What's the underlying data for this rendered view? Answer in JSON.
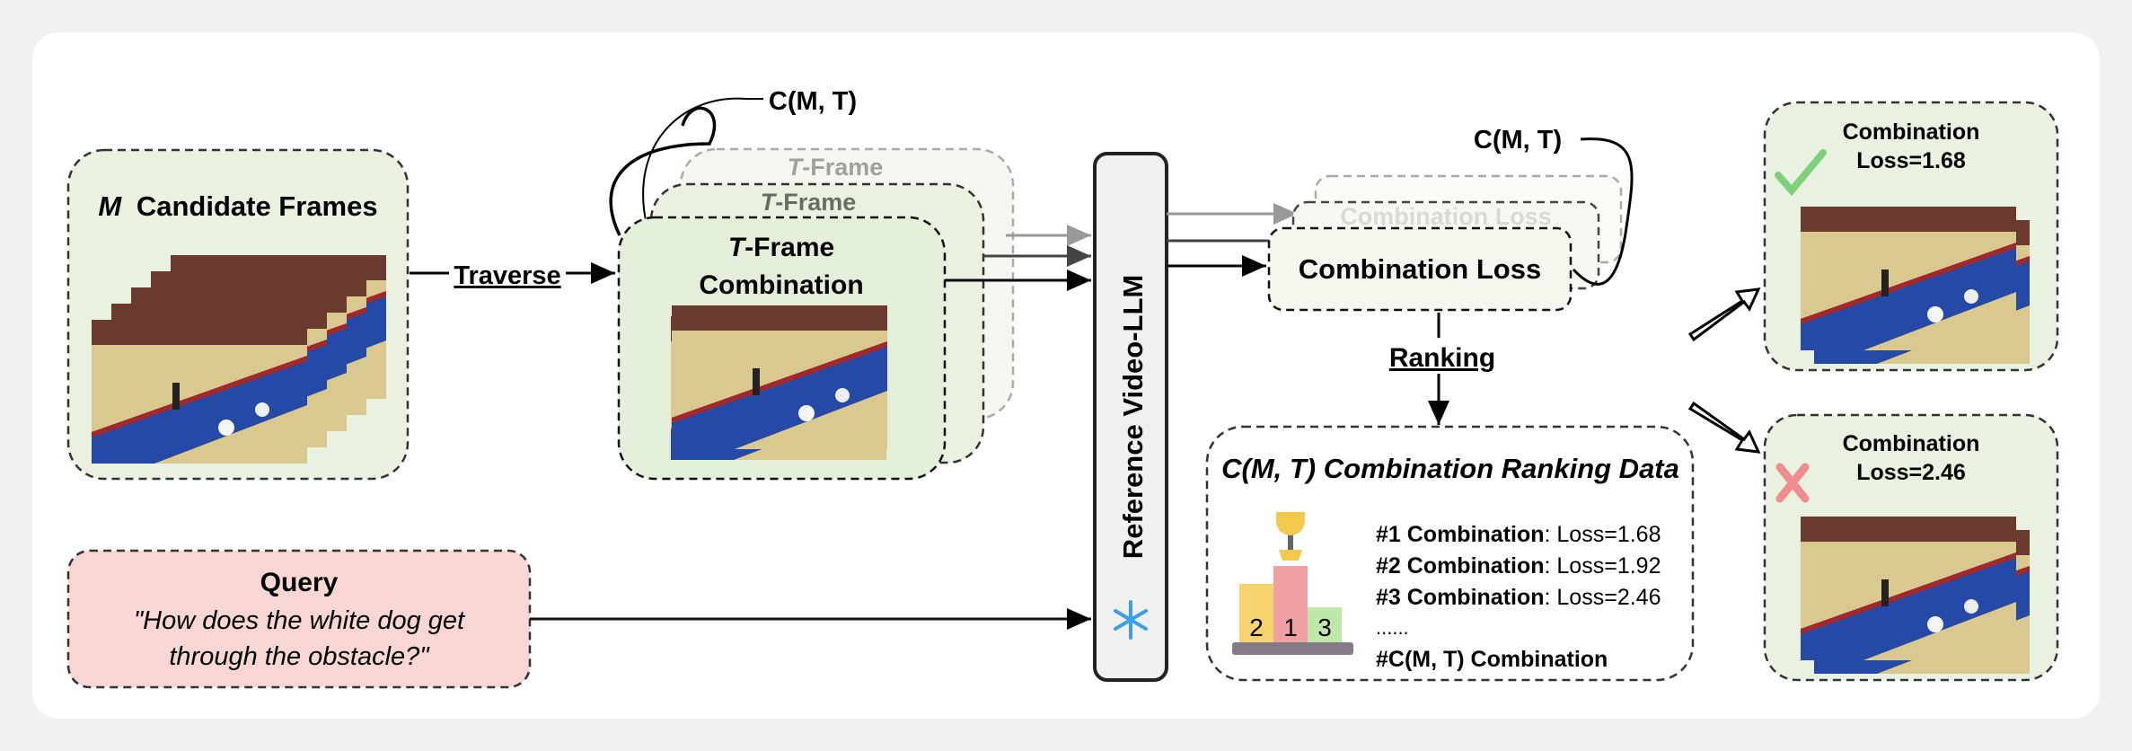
{
  "candidate": {
    "var": "M",
    "label": "Candidate Frames"
  },
  "traverse": "Traverse",
  "combo": {
    "var": "T",
    "frame": "-Frame",
    "combination": "Combination",
    "count": "C(M, T)"
  },
  "llm": {
    "label": "Reference Video-LLM",
    "frozen_icon": "snowflake-icon"
  },
  "loss": {
    "label": "Combination Loss",
    "count": "C(M, T)"
  },
  "ranking": "Ranking",
  "ranking_data": {
    "title": "C(M, T) Combination Ranking Data",
    "rows": [
      {
        "name": "#1 Combination",
        "loss": ": Loss=1.68"
      },
      {
        "name": "#2 Combination",
        "loss": ": Loss=1.92"
      },
      {
        "name": "#3 Combination",
        "loss": ": Loss=2.46"
      }
    ],
    "ellipsis": "......",
    "last": "#C(M, T) Combination",
    "podium": [
      "2",
      "1",
      "3"
    ]
  },
  "query": {
    "title": "Query",
    "line1": "\"How does the white dog get",
    "line2": "through the obstacle?\""
  },
  "results": [
    {
      "title": "Combination",
      "loss": "Loss=1.68",
      "mark": "check-icon"
    },
    {
      "title": "Combination",
      "loss": "Loss=2.46",
      "mark": "cross-icon"
    }
  ],
  "colors": {
    "green_box": "#e9f1e1",
    "red_box": "#f8d6d4",
    "llm_box": "#f0f0f0",
    "check": "#7ed07a",
    "cross": "#f08c8c"
  }
}
